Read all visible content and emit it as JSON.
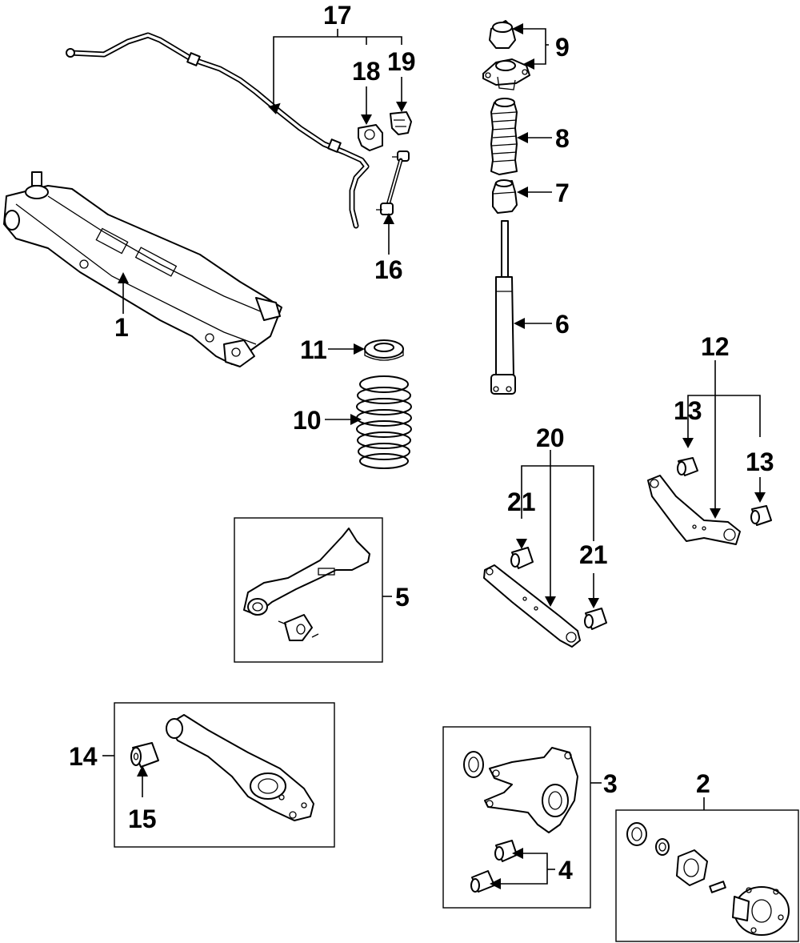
{
  "callouts": {
    "n1": "1",
    "n2": "2",
    "n3": "3",
    "n4": "4",
    "n5": "5",
    "n6": "6",
    "n7": "7",
    "n8": "8",
    "n9": "9",
    "n10": "10",
    "n11": "11",
    "n12": "12",
    "n13a": "13",
    "n13b": "13",
    "n14": "14",
    "n15": "15",
    "n16": "16",
    "n17": "17",
    "n18": "18",
    "n19": "19",
    "n20": "20",
    "n21a": "21",
    "n21b": "21"
  },
  "parts": [
    {
      "ref": "1",
      "name": "crossmember-subframe"
    },
    {
      "ref": "2",
      "name": "wheel-hub-bearing-assembly"
    },
    {
      "ref": "3",
      "name": "rear-knuckle"
    },
    {
      "ref": "4",
      "name": "knuckle-bushing"
    },
    {
      "ref": "5",
      "name": "trailing-arm"
    },
    {
      "ref": "6",
      "name": "shock-absorber"
    },
    {
      "ref": "7",
      "name": "bump-stop"
    },
    {
      "ref": "8",
      "name": "dust-boot"
    },
    {
      "ref": "9",
      "name": "upper-mount"
    },
    {
      "ref": "10",
      "name": "coil-spring"
    },
    {
      "ref": "11",
      "name": "spring-seat"
    },
    {
      "ref": "12",
      "name": "upper-control-arm"
    },
    {
      "ref": "13",
      "name": "control-arm-bushing"
    },
    {
      "ref": "14",
      "name": "lower-control-arm"
    },
    {
      "ref": "15",
      "name": "lower-arm-bushing"
    },
    {
      "ref": "16",
      "name": "stabilizer-link"
    },
    {
      "ref": "17",
      "name": "stabilizer-bar"
    },
    {
      "ref": "18",
      "name": "stabilizer-bushing"
    },
    {
      "ref": "19",
      "name": "stabilizer-bracket"
    },
    {
      "ref": "20",
      "name": "lateral-link"
    },
    {
      "ref": "21",
      "name": "lateral-link-bushing"
    }
  ]
}
